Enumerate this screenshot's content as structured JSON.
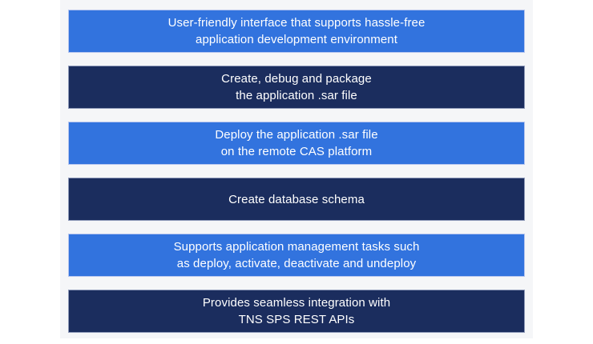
{
  "palette": {
    "blue": "#3273de",
    "navy": "#1b2d5e",
    "panel_bg": "#f5f6f8",
    "page_bg": "#ffffff",
    "text": "#ffffff"
  },
  "features": [
    {
      "variant": "blue",
      "lines": [
        "User-friendly interface that supports hassle-free",
        "application development environment"
      ]
    },
    {
      "variant": "navy",
      "lines": [
        "Create, debug and package",
        "the application .sar file"
      ]
    },
    {
      "variant": "blue",
      "lines": [
        "Deploy the application .sar file",
        "on the remote CAS platform"
      ]
    },
    {
      "variant": "navy",
      "lines": [
        "Create database schema"
      ]
    },
    {
      "variant": "blue",
      "lines": [
        "Supports application management tasks such",
        "as deploy, activate, deactivate and undeploy"
      ]
    },
    {
      "variant": "navy",
      "lines": [
        "Provides seamless integration with",
        "TNS SPS REST APIs"
      ]
    }
  ]
}
